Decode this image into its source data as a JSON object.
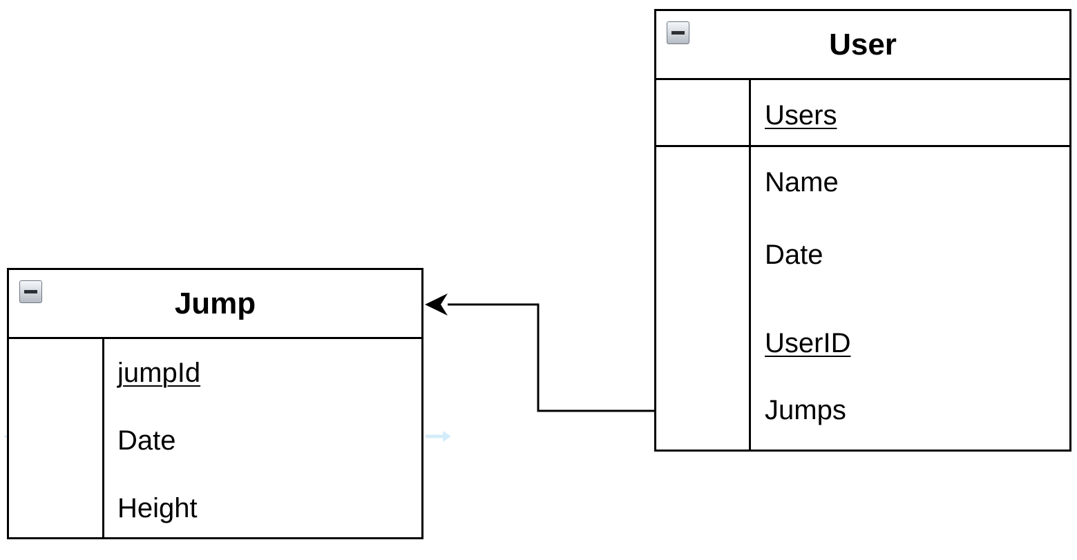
{
  "colors": {
    "stroke": "#000000",
    "background": "#ffffff",
    "hint": "#d4ecfa"
  },
  "jump": {
    "title": "Jump",
    "icon": "collapse-minus-icon",
    "key_field": "jumpId",
    "fields": [
      "Date",
      "Height"
    ]
  },
  "user": {
    "title": "User",
    "icon": "collapse-minus-icon",
    "key_field": "Users",
    "fields": [
      "Name",
      "Date",
      "UserID",
      "Jumps"
    ]
  }
}
